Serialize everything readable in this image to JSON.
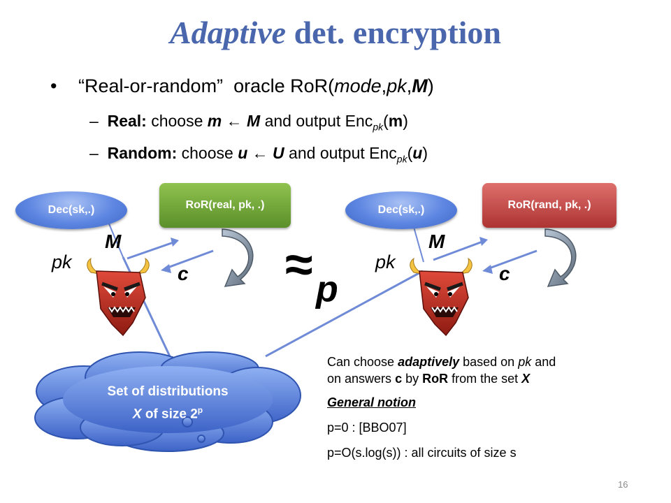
{
  "slide": {
    "title_italic": "Adaptive",
    "title_rest": " det. encryption",
    "page_number": "16"
  },
  "bullet": {
    "quoted": "“Real-or-random”",
    "oracle": "oracle RoR(",
    "mode": "mode",
    "comma1": ",",
    "pk": "pk",
    "comma2": ",",
    "M": "M",
    "close": ")"
  },
  "sub_real": {
    "dash": "–",
    "label": "Real:",
    "choose": " choose ",
    "m": "m",
    "arrow": " ← ",
    "M": "M",
    "and_output": " and output Enc",
    "sub_pk": "pk",
    "open": "(",
    "arg": "m",
    "close": ")"
  },
  "sub_random": {
    "dash": "–",
    "label": "Random:",
    "choose": " choose ",
    "u": "u",
    "arrow": " ← ",
    "U": "U",
    "and_output": " and output Enc",
    "sub_pk": "pk",
    "open": "(",
    "arg": "u",
    "close": ")"
  },
  "left_game": {
    "dec_bubble": "Dec(sk,.)",
    "ror_box": "RoR(real, pk, .)",
    "M_label": "M",
    "c_label": "c",
    "pk_label": "pk"
  },
  "right_game": {
    "dec_bubble": "Dec(sk,.)",
    "ror_box": "RoR(rand, pk, .)",
    "M_label": "M",
    "c_label": "c",
    "pk_label": "pk"
  },
  "approx": {
    "symbol": "≈",
    "subscript": "p"
  },
  "cloud": {
    "line1": "Set of distributions",
    "line2_x": "X",
    "line2_rest": " of size 2",
    "line2_sup": "p"
  },
  "notes": {
    "line1_a": "Can choose ",
    "line1_b": "adaptively",
    "line1_c": " based on ",
    "line1_d": "pk",
    "line1_e": " and",
    "line2_a": "on answers ",
    "line2_b": "c",
    "line2_c": " by ",
    "line2_d": "RoR",
    "line2_e": " from the set ",
    "line2_f": "X",
    "general": "General notion",
    "p0": "p=0 : [BBO07]",
    "pO": "p=O(s.log(s)) : all circuits of size s"
  },
  "colors": {
    "title": "#4a66ac",
    "ror_real": "#72a835",
    "ror_rand": "#c24a48",
    "bubble": "#5d86e2",
    "arrow_line": "#6f8ad6",
    "curve_arrow": "#7a8794",
    "devil_red": "#c8281e"
  },
  "icons": [
    "devil-icon",
    "curved-arrow-icon",
    "cloud-icon",
    "bullet-dot-icon"
  ]
}
